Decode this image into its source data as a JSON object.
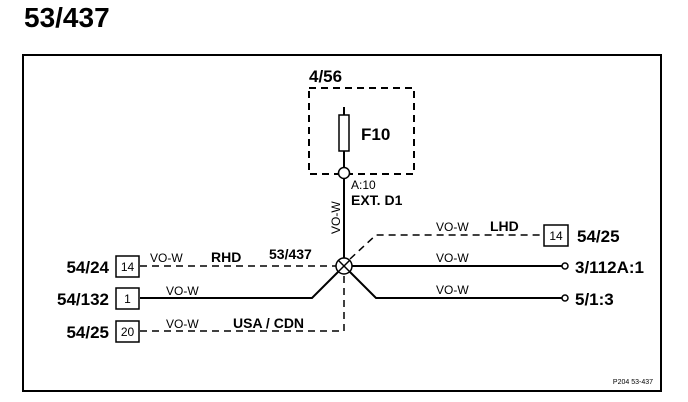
{
  "title": "53/437",
  "fuse_box": {
    "ref": "4/56",
    "fuse": "F10",
    "pin": "A:10",
    "ext": "EXT. D1"
  },
  "splice": {
    "ref": "53/437"
  },
  "vertical_wire": {
    "color": "VO-W"
  },
  "connectors_left": [
    {
      "ref": "54/24",
      "pin": "14",
      "color": "VO-W",
      "label": "RHD"
    },
    {
      "ref": "54/132",
      "pin": "1",
      "color": "VO-W",
      "label": ""
    },
    {
      "ref": "54/25",
      "pin": "20",
      "color": "VO-W",
      "label": "USA / CDN"
    }
  ],
  "connectors_right": [
    {
      "ref": "54/25",
      "pin": "14",
      "color": "VO-W",
      "label": "LHD"
    },
    {
      "ref": "3/112A:1",
      "color": "VO-W"
    },
    {
      "ref": "5/1:3",
      "color": "VO-W"
    }
  ],
  "footer": {
    "code": "P204 53-437"
  }
}
